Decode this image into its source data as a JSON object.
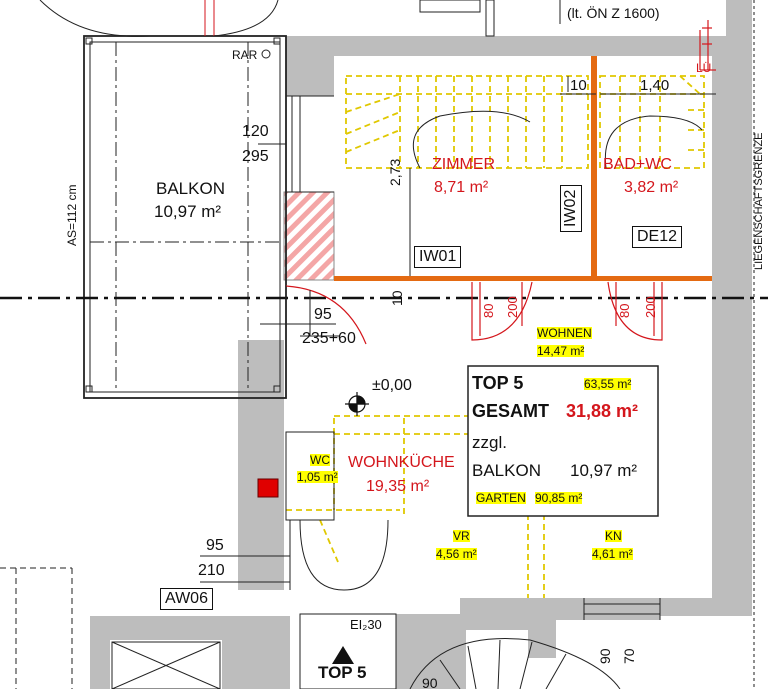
{
  "header": {
    "norm_note": "(lt. ÖN Z 1600)",
    "lu_label": "LÜ",
    "rar_label": "RAR"
  },
  "balcony": {
    "name": "BALKON",
    "area": "10,97 m²",
    "as_label": "AS=112 cm",
    "window_top": "120",
    "window_bottom": "295"
  },
  "rooms": {
    "zimmer": {
      "name": "ZIMMER",
      "area": "8,71 m²"
    },
    "bad_wc": {
      "name": "BAD+WC",
      "area": "3,82 m²"
    },
    "wohnkueche": {
      "name": "WOHNKÜCHE",
      "area": "19,35 m²"
    },
    "wc": {
      "name": "WC",
      "area": "1,05 m²"
    },
    "vr": {
      "name": "VR",
      "area": "4,56 m²"
    },
    "kn": {
      "name": "KN",
      "area": "4,61 m²"
    },
    "wohnen": {
      "name": "WOHNEN",
      "area": "14,47 m²"
    }
  },
  "tags": {
    "iw01": "IW01",
    "iw02": "IW02",
    "de12": "DE12",
    "aw06": "AW06"
  },
  "dimensions": {
    "d10_top": "10",
    "d140": "1,40",
    "d273": "2,73",
    "d10_side": "10",
    "door1_a": "80",
    "door1_b": "200",
    "door2_a": "80",
    "door2_b": "200",
    "door3_a": "95",
    "door3_b": "235+60",
    "door4_a": "95",
    "door4_b": "210",
    "d90": "90",
    "d70": "70",
    "d90_bottom": "90",
    "level": "±0,00",
    "ei_label": "EI₂30"
  },
  "summary": {
    "top_label": "TOP 5",
    "garden_area_top": "63,55 m²",
    "total_label": "GESAMT",
    "total_area": "31,88 m²",
    "plus_label": "zzgl.",
    "balcony_label": "BALKON",
    "balcony_area": "10,97 m²",
    "garden_label": "GARTEN",
    "garden_area": "90,85 m²"
  },
  "entrance": {
    "label": "TOP 5"
  },
  "boundary": {
    "label": "LIEGENSCHAFTSGRENZE"
  }
}
